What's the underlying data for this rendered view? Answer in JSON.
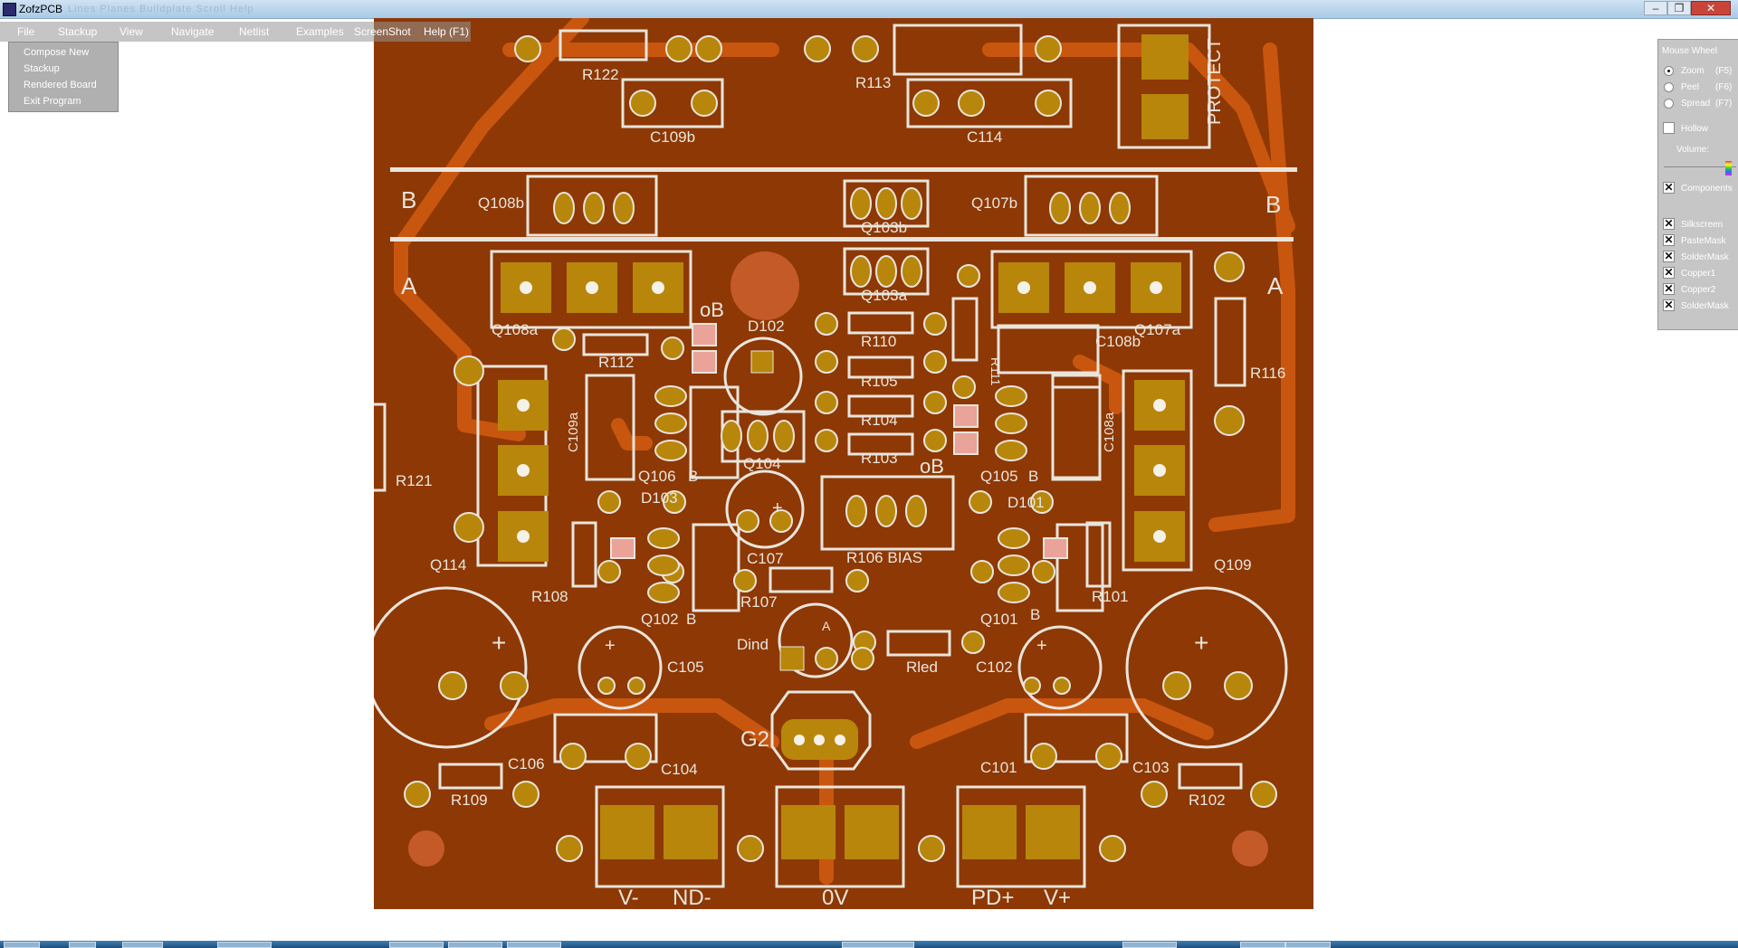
{
  "window": {
    "title": "ZofzPCB",
    "ghost_title": "Lines  Planes  Buildplate  Scroll  Help"
  },
  "menubar": {
    "items": [
      "File",
      "Stackup",
      "View",
      "Navigate",
      "Netlist",
      "Examples",
      "ScreenShot",
      "Help (F1)"
    ]
  },
  "file_menu": {
    "items": [
      "Compose New",
      "Stackup",
      "Rendered Board",
      "Exit Program"
    ]
  },
  "mouse_wheel": {
    "title": "Mouse Wheel",
    "modes": [
      {
        "label": "Zoom",
        "key": "(F5)",
        "selected": true
      },
      {
        "label": "Peel",
        "key": "(F6)",
        "selected": false
      },
      {
        "label": "Spread",
        "key": "(F7)",
        "selected": false
      }
    ],
    "hollow_label": "Hollow",
    "volume_label": "Volume:",
    "components_label": "Components",
    "layers": [
      "Silkscreen",
      "PasteMask",
      "SolderMask",
      "Copper1",
      "Copper2",
      "SolderMask"
    ]
  },
  "colors": {
    "board": "#8d3805",
    "trace": "#c9560f",
    "pad": "#b8860b",
    "silk": "#e9e5dc"
  },
  "board_labels": {
    "R122": "R122",
    "C109b": "C109b",
    "R113": "R113",
    "C114": "C114",
    "PROTECT": "PROTECT",
    "B_left": "B",
    "B_right": "B",
    "A_left": "A",
    "A_right": "A",
    "Q108b": "Q108b",
    "Q103b": "Q103b",
    "Q107b": "Q107b",
    "Q108a": "Q108a",
    "Q103a": "Q103a",
    "Q107a": "Q107a",
    "oB_left": "oB",
    "D102": "D102",
    "R110": "R110",
    "R111": "R111",
    "C108b": "C108b",
    "R112": "R112",
    "R105": "R105",
    "R104": "R104",
    "R103": "R103",
    "R116": "R116",
    "C109a": "C109a",
    "C108a": "C108a",
    "Q106": "Q106",
    "Q106B": "B",
    "Q104": "Q104",
    "oB_right": "oB",
    "Q105": "Q105",
    "Q105B": "B",
    "R121": "R121",
    "D103": "D103",
    "C107": "C107",
    "R106BIAS": "R106 BIAS",
    "D101": "D101",
    "Q114": "Q114",
    "R108": "R108",
    "Q102": "Q102",
    "Q102B": "B",
    "R107": "R107",
    "Q101": "Q101",
    "Q101B": "B",
    "R101": "R101",
    "Q109": "Q109",
    "Dind": "Dind",
    "Dind_A": "A",
    "Rled": "Rled",
    "C105": "C105",
    "C102": "C102",
    "G2": "G2",
    "C106": "C106",
    "C104": "C104",
    "C101": "C101",
    "C103": "C103",
    "R109": "R109",
    "R102": "R102",
    "Vminus": "V-",
    "NDminus": "ND-",
    "ZeroV": "0V",
    "PDplus": "PD+",
    "Vplus": "V+",
    "plus": "+"
  }
}
